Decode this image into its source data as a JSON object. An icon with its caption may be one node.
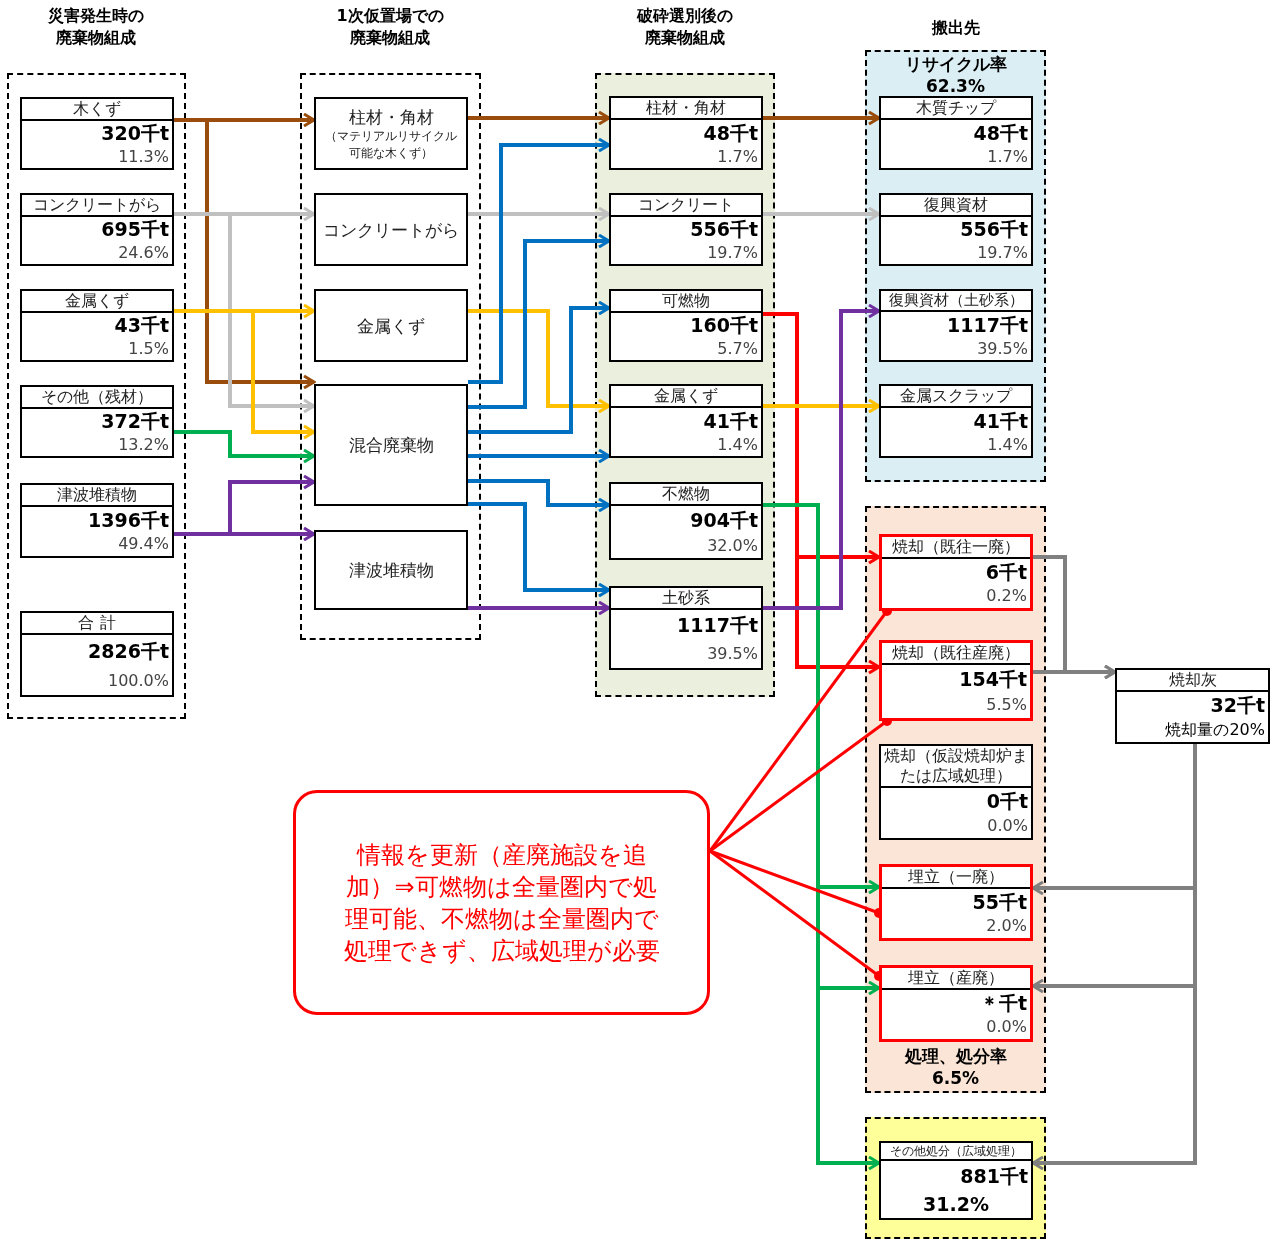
{
  "diagram": {
    "nodes": [
      {
        "text": [],
        "shape": "box"
      },
      {
        "text": [
          "木くず",
          "320千t",
          "11.3%"
        ],
        "in": 0
      },
      {
        "text": [
          "コンクリートがら",
          "695千t",
          "24.6%"
        ],
        "in": 0
      },
      {
        "text": [
          "金属くず",
          "43千t",
          "1.5%"
        ],
        "in": 0
      },
      {
        "text": [
          "その他（残材）",
          "372千t",
          "13.2%"
        ],
        "in": 0
      },
      {
        "text": [
          "津波堆積物",
          "1396千t",
          "49.4%"
        ],
        "in": 0
      },
      {
        "text": [
          "合 計",
          "2826千t",
          "100.0%"
        ],
        "in": 0
      },
      {
        "text": [],
        "shape": "box"
      },
      {
        "text": [
          "柱材・角材",
          "（マテリアルリサイクル可能な木くず）"
        ],
        "in": 7
      },
      {
        "text": [
          "コンクリートがら"
        ],
        "in": 7
      },
      {
        "text": [
          "金属くず"
        ],
        "in": 7
      },
      {
        "text": [
          "混合廃棄物"
        ],
        "in": 7
      },
      {
        "text": [
          "津波堆積物"
        ],
        "in": 7
      },
      {
        "text": [],
        "shape": "box"
      },
      {
        "text": [
          "柱材・角材",
          "48千t",
          "1.7%"
        ],
        "in": 13
      },
      {
        "text": [
          "コンクリート",
          "556千t",
          "19.7%"
        ],
        "in": 13
      },
      {
        "text": [
          "可燃物",
          "160千t",
          "5.7%"
        ],
        "in": 13
      },
      {
        "text": [
          "金属くず",
          "41千t",
          "1.4%"
        ],
        "in": 13
      },
      {
        "text": [
          "不燃物",
          "904千t",
          "32.0%"
        ],
        "in": 13
      },
      {
        "text": [
          "土砂系",
          "1117千t",
          "39.5%"
        ],
        "in": 13
      },
      {
        "text": [
          "リサイクル率",
          "62.3%"
        ]
      },
      {
        "text": [
          "木質チップ",
          "48千t",
          "1.7%"
        ],
        "in": 20
      },
      {
        "text": [
          "復興資材",
          "556千t",
          "19.7%"
        ],
        "in": 20
      },
      {
        "text": [
          "復興資材（土砂系）",
          "1117千t",
          "39.5%"
        ],
        "in": 20
      },
      {
        "text": [
          "金属スクラップ",
          "41千t",
          "1.4%"
        ],
        "in": 20
      },
      {
        "text": [
          "処理、処分率",
          "6.5%"
        ]
      },
      {
        "text": [
          "焼却（既往一廃）",
          "6千t",
          "0.2%"
        ],
        "in": 25
      },
      {
        "text": [
          "焼却（既往産廃）",
          "154千t",
          "5.5%"
        ],
        "in": 25
      },
      {
        "text": [
          "焼却（仮設焼却炉または広域処理）",
          "0千t",
          "0.0%"
        ],
        "in": 25
      },
      {
        "text": [
          "埋立（一廃）",
          "55千t",
          "2.0%"
        ],
        "in": 25
      },
      {
        "text": [
          "埋立（産廃）",
          "＊千t",
          "0.0%"
        ],
        "in": 25
      },
      {
        "text": [],
        "shape": "box"
      },
      {
        "text": [
          "その他処分（広域処理）",
          "881千t",
          "31.2%"
        ],
        "in": 31
      },
      {
        "text": [
          "焼却灰",
          "32千t",
          "焼却量の20%"
        ]
      },
      {
        "text": [
          "情報を更新（産廃施設を追加）⇒可燃物は全量圏内で処理可能、不燃物は全量圏内で処理できず、広域処理が必要"
        ]
      }
    ],
    "edges": [
      {
        "from": 1,
        "to": 8,
        "arrow": "to",
        "color": "#994c0b"
      },
      {
        "from": 1,
        "to": 11,
        "arrow": "to",
        "color": "#994c0b"
      },
      {
        "from": 2,
        "to": 9,
        "arrow": "to",
        "color": "#c0c0c0"
      },
      {
        "from": 2,
        "to": 11,
        "arrow": "to",
        "color": "#c0c0c0"
      },
      {
        "from": 3,
        "to": 10,
        "arrow": "to",
        "color": "#ffc000"
      },
      {
        "from": 3,
        "to": 11,
        "arrow": "to",
        "color": "#ffc000"
      },
      {
        "from": 4,
        "to": 11,
        "arrow": "to",
        "color": "#00b050"
      },
      {
        "from": 5,
        "to": 11,
        "arrow": "to",
        "color": "#7030a0"
      },
      {
        "from": 5,
        "to": 12,
        "arrow": "to",
        "color": "#7030a0"
      },
      {
        "from": 8,
        "to": 14,
        "arrow": "to",
        "color": "#994c0b"
      },
      {
        "from": 9,
        "to": 15,
        "arrow": "to",
        "color": "#c0c0c0"
      },
      {
        "from": 10,
        "to": 17,
        "arrow": "to",
        "color": "#ffc000"
      },
      {
        "from": 11,
        "to": 14,
        "arrow": "to"
      },
      {
        "from": 11,
        "to": 15,
        "arrow": "to"
      },
      {
        "from": 11,
        "to": 16,
        "arrow": "to"
      },
      {
        "from": 11,
        "to": 17,
        "arrow": "to"
      },
      {
        "from": 11,
        "to": 18,
        "arrow": "to"
      },
      {
        "from": 11,
        "to": 19,
        "arrow": "to"
      },
      {
        "from": 12,
        "to": 19,
        "arrow": "to",
        "color": "#7030a0"
      },
      {
        "from": 14,
        "to": 21,
        "arrow": "to",
        "color": "#994c0b"
      },
      {
        "from": 15,
        "to": 22,
        "arrow": "to",
        "color": "#c0c0c0"
      },
      {
        "from": 16,
        "to": 26,
        "arrow": "to",
        "color": "#ff0000"
      },
      {
        "from": 16,
        "to": 27,
        "arrow": "to",
        "color": "#ff0000"
      },
      {
        "from": 17,
        "to": 24,
        "arrow": "to",
        "color": "#ffc000"
      },
      {
        "from": 18,
        "to": 29,
        "arrow": "to",
        "color": "#00b050"
      },
      {
        "from": 18,
        "to": 30,
        "arrow": "to",
        "color": "#00b050"
      },
      {
        "from": 18,
        "to": 32,
        "arrow": "to",
        "color": "#00b050"
      },
      {
        "from": 19,
        "to": 23,
        "arrow": "to",
        "color": "#7030a0"
      },
      {
        "from": 26,
        "to": 33,
        "arrow": "to",
        "color": "#808080"
      },
      {
        "from": 27,
        "to": 33,
        "arrow": "to",
        "color": "#808080"
      },
      {
        "from": 33,
        "to": 29,
        "arrow": "to",
        "color": "#808080"
      },
      {
        "from": 33,
        "to": 30,
        "arrow": "to",
        "color": "#808080"
      },
      {
        "from": 33,
        "to": 32,
        "arrow": "to",
        "color": "#808080"
      },
      {
        "from": 34,
        "to": 26,
        "arrow": "other",
        "color": "#ff0000"
      },
      {
        "from": 34,
        "to": 27,
        "arrow": "other",
        "color": "#ff0000"
      },
      {
        "from": 34,
        "to": 29,
        "arrow": "other",
        "color": "#ff0000"
      },
      {
        "from": 34,
        "to": 30,
        "arrow": "other",
        "color": "#ff0000"
      }
    ],
    "labels": [
      "災害発生時の廃棄物組成",
      "1次仮置場での廃棄物組成",
      "破砕選別後の廃棄物組成",
      "搬出先"
    ]
  }
}
